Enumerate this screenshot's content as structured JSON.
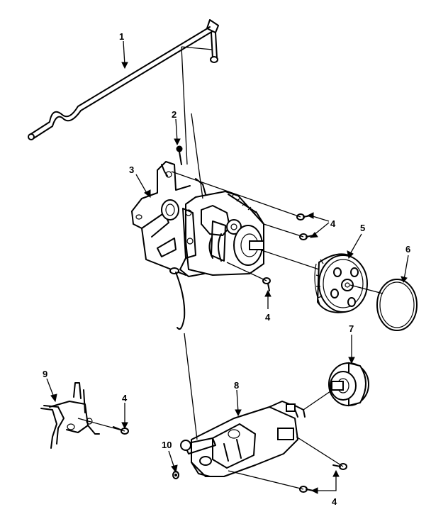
{
  "callouts": {
    "c1": "1",
    "c2": "2",
    "c3": "3",
    "c4a": "4",
    "c4b": "4",
    "c4c": "4",
    "c4d": "4",
    "c5": "5",
    "c6": "6",
    "c7": "7",
    "c8": "8",
    "c9": "9",
    "c10": "10"
  }
}
